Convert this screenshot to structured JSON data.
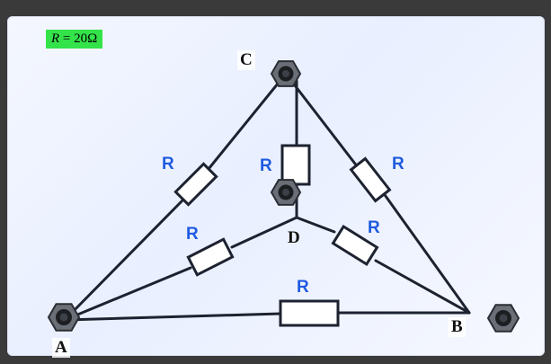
{
  "badge": {
    "var": "R",
    "rest": " = 20Ω"
  },
  "nodes": {
    "A": "A",
    "B": "B",
    "C": "C",
    "D": "D"
  },
  "resistor_label": "R",
  "colors": {
    "wire": "#1d2230",
    "resistor_text": "#1e5be0",
    "badge": "#34e34a",
    "nut": "#5c6068"
  }
}
